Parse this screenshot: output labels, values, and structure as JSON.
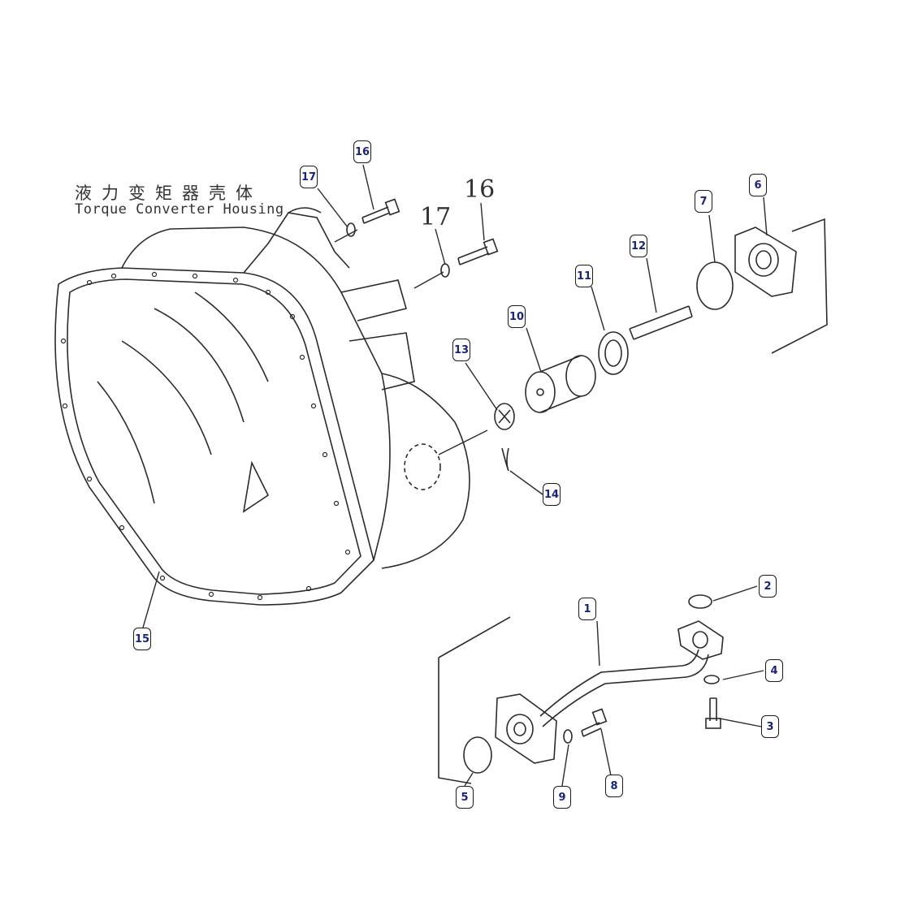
{
  "title": {
    "chinese": "液力变矩器壳体",
    "english": "Torque Converter Housing"
  },
  "printed_labels": [
    "16",
    "17"
  ],
  "callouts": [
    "1",
    "2",
    "3",
    "4",
    "5",
    "6",
    "7",
    "8",
    "9",
    "10",
    "11",
    "12",
    "13",
    "14",
    "15",
    "16",
    "17"
  ],
  "colors": {
    "line": "#2b2b2b",
    "callout_text": "#1a237e",
    "callout_border": "#1a1a1a"
  }
}
